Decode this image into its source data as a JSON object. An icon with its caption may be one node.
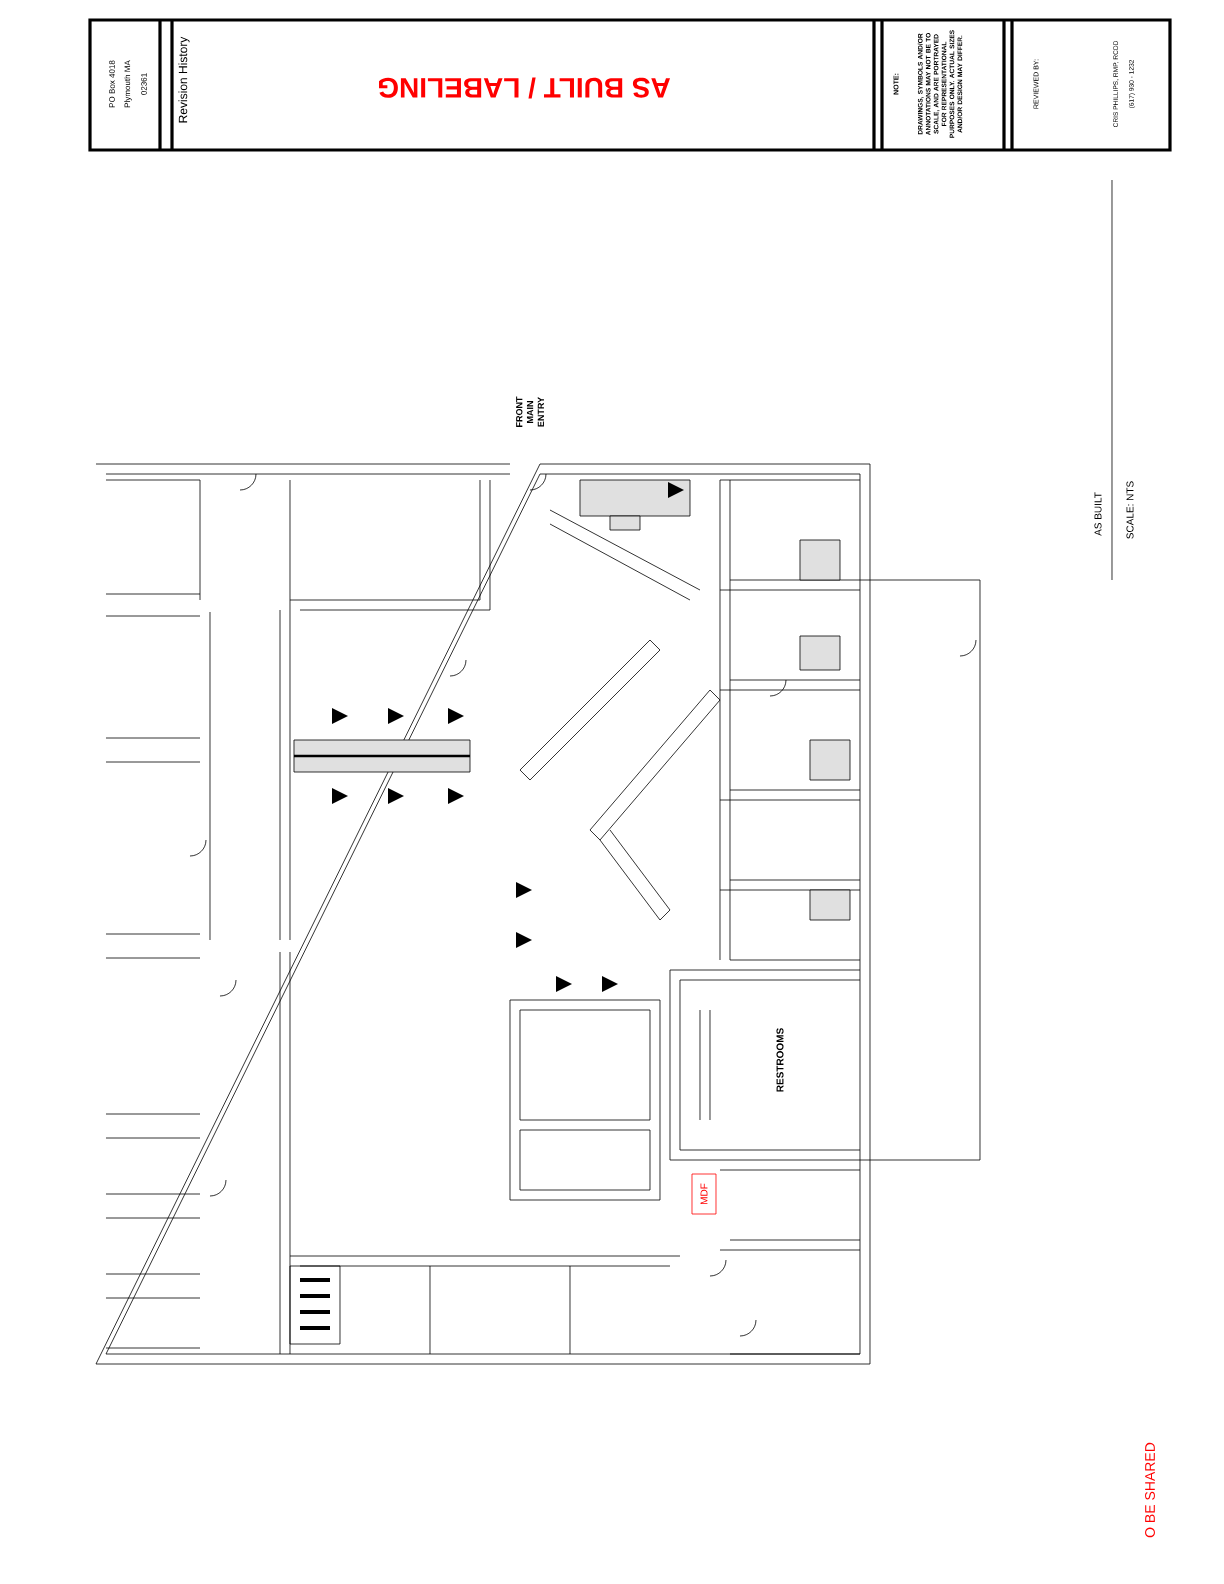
{
  "diagram": {
    "title": "AS BUILT / LABELING",
    "nodes": [
      {
        "text": [
          "MDF"
        ]
      }
    ],
    "labels": [
      "PO Box 4018",
      "Plymouth MA",
      "02361",
      "Revision History",
      "NOTE:",
      "DRAWINGS, SYMBOLS AND/OR ANNOTATIONS MAY NOT BE TO SCALE, AND ARE PORTRAYED FOR REPRESENTATIONAL PURPOSES ONLY. ACTUAL SIZES AND/OR DESIGN MAY DIFFER.",
      "REVIEWED BY:",
      "CRIS PHILLIPS, RMP, RCDD",
      "(617) 930 - 1232",
      "FRONT MAIN ENTRY",
      "RESTROOMS",
      "AS BUILT",
      "SCALE: NTS",
      "O BE SHARED"
    ]
  }
}
